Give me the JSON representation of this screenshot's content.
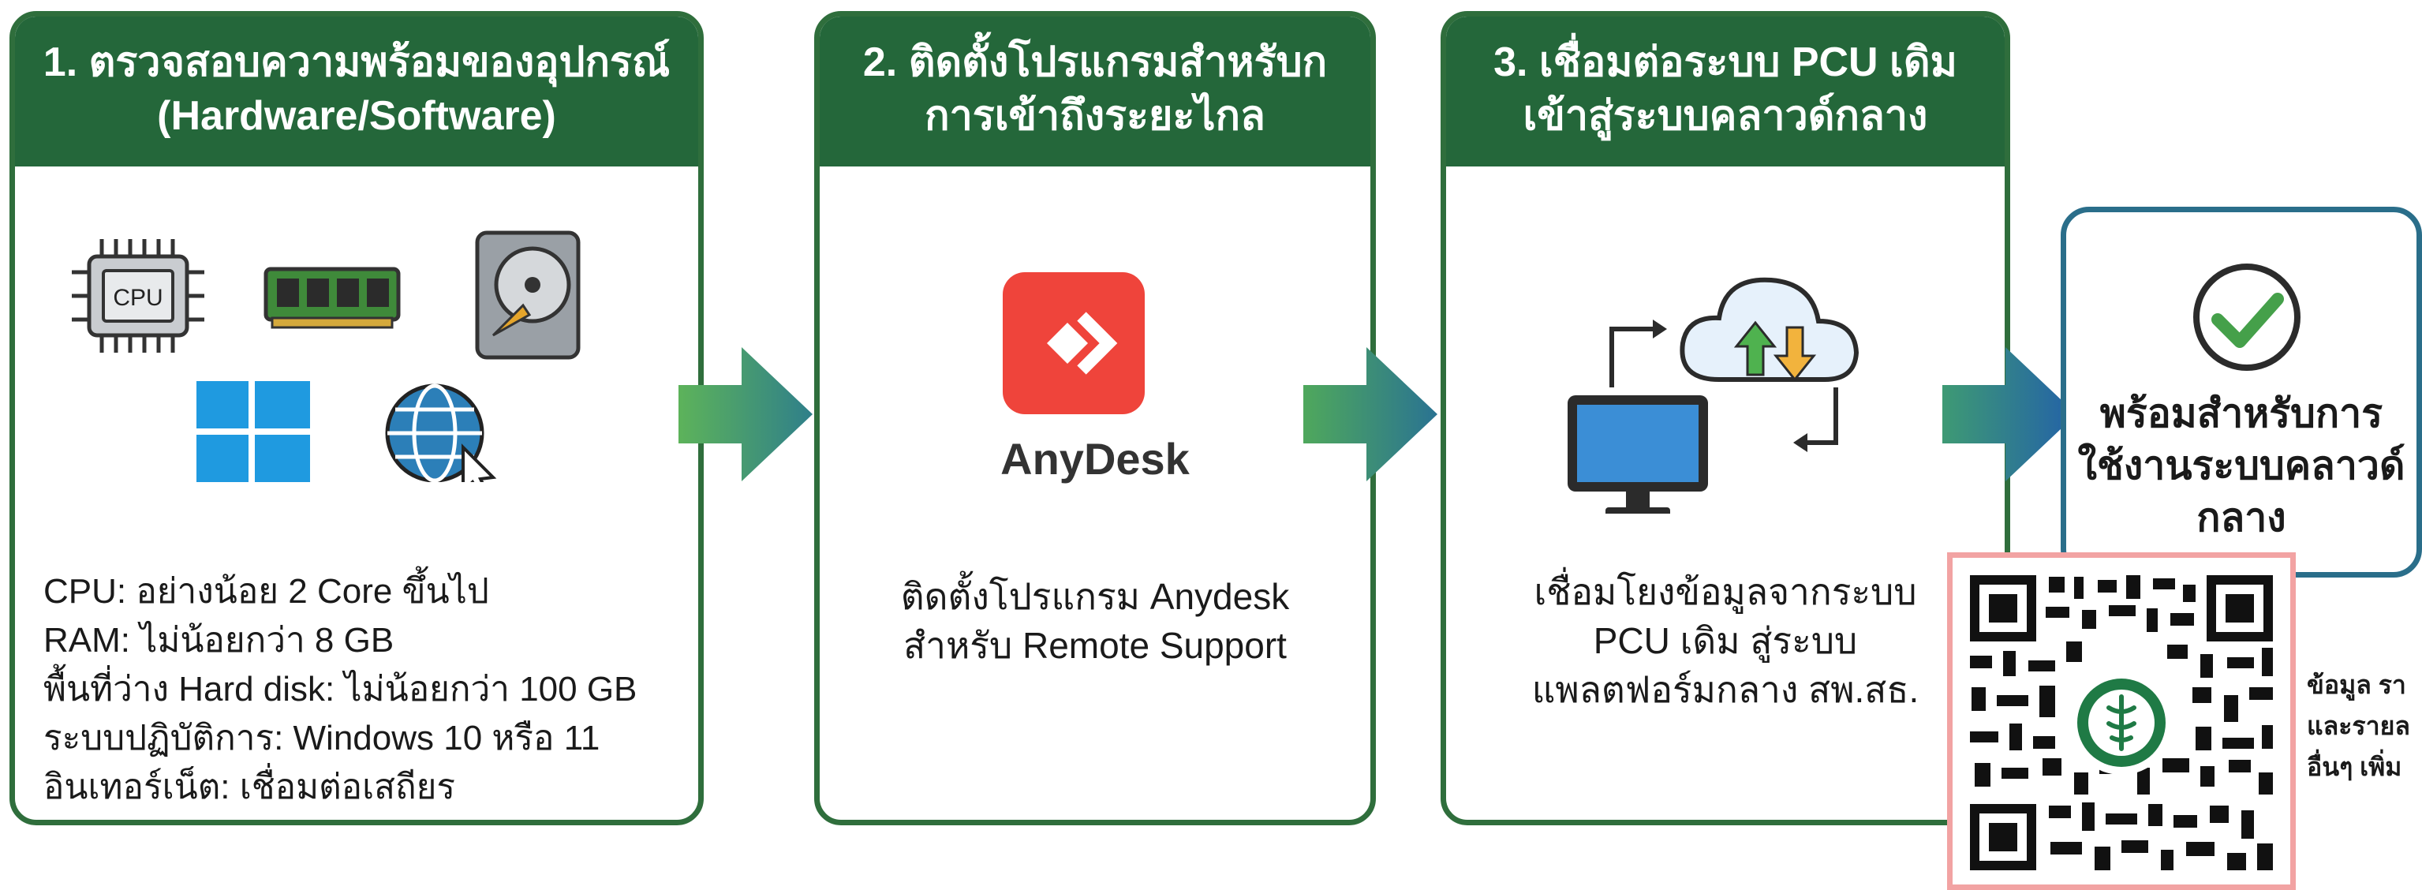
{
  "colors": {
    "header_green": "#24673a",
    "border_green": "#2f6e3c",
    "ready_border": "#2a6e8a",
    "qr_border": "#f2a3a3",
    "anydesk_red": "#ef443b"
  },
  "step1": {
    "title_line1": "1. ตรวจสอบความพร้อมของอุปกรณ์",
    "title_line2": "(Hardware/Software)",
    "icons": [
      "cpu-icon",
      "ram-icon",
      "hard-disk-icon",
      "windows-icon",
      "globe-icon"
    ],
    "cpu_chip_label": "CPU",
    "requirements": [
      "CPU: อย่างน้อย 2 Core ขึ้นไป",
      "RAM: ไม่น้อยกว่า 8 GB",
      "พื้นที่ว่าง Hard disk: ไม่น้อยกว่า 100 GB",
      "ระบบปฏิบัติการ: Windows 10 หรือ 11",
      "อินเทอร์เน็ต: เชื่อมต่อเสถียร"
    ]
  },
  "step2": {
    "title_line1": "2. ติดตั้งโปรแกรมสำหรับก",
    "title_line2": "การเข้าถึงระยะไกล",
    "logo_icon": "anydesk-logo-icon",
    "logo_text": "AnyDesk",
    "desc_line1": "ติดตั้งโปรแกรม Anydesk",
    "desc_line2": "สำหรับ Remote Support"
  },
  "step3": {
    "title_line1": "3. เชื่อมต่อระบบ PCU เดิม",
    "title_line2": "เข้าสู่ระบบคลาวด์กลาง",
    "icons": [
      "monitor-icon",
      "cloud-sync-icon"
    ],
    "desc_line1": "เชื่อมโยงข้อมูลจากระบบ",
    "desc_line2": "PCU เดิม สู่ระบบ",
    "desc_line3": "แพลตฟอร์มกลาง สพ.สธ."
  },
  "ready": {
    "icon": "check-circle-icon",
    "line1": "พร้อมสำหรับการ",
    "line2": "ใช้งานระบบคลาวด์",
    "line3": "กลาง"
  },
  "qr": {
    "icon": "qr-code-icon",
    "emblem": "moph-emblem-icon"
  },
  "side_note": {
    "line1": "ข้อมูล รา",
    "line2": "และรายล",
    "line3": "อื่นๆ เพิ่ม"
  }
}
